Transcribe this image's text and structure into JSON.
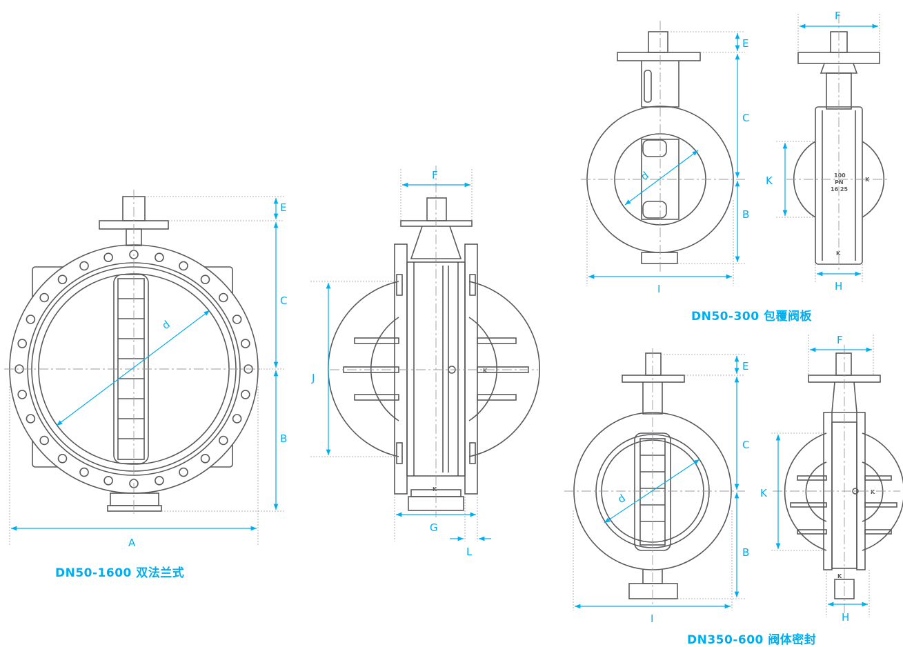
{
  "colors": {
    "outline": "#58595b",
    "dimension": "#00aeef",
    "hidden": "#9a9b9d",
    "text": "#00aeef"
  },
  "captions": {
    "double_flange": "DN50-1600 双法兰式",
    "coated_disc": "DN50-300 包覆阀板",
    "body_seal": "DN350-600 阀体密封"
  },
  "labels": {
    "A": "A",
    "B": "B",
    "C": "C",
    "E": "E",
    "F": "F",
    "G": "G",
    "H": "H",
    "I": "I",
    "J": "J",
    "K": "K",
    "L": "L",
    "d": "d"
  },
  "markings": {
    "pressure": "100",
    "pn": "PN",
    "ratings": "16 25",
    "logo": "K"
  }
}
